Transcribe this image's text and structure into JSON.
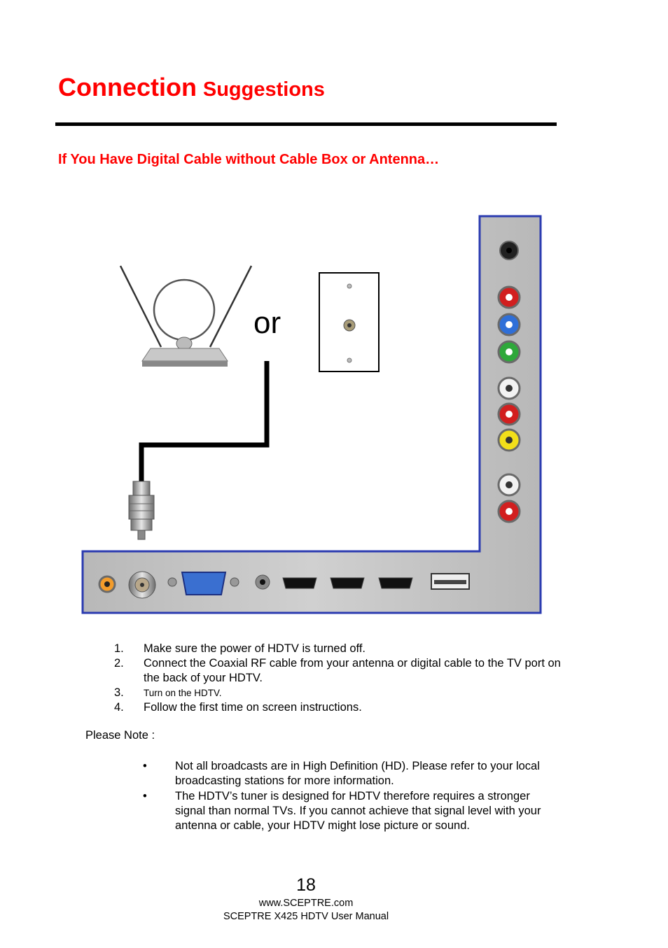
{
  "heading": {
    "word1": "Connection",
    "word2": "Suggestions"
  },
  "subheading": "If You Have Digital Cable without Cable Box or Antenna…",
  "diagram": {
    "or_label": "or"
  },
  "steps": [
    {
      "num": "1.",
      "text": "Make sure the power of HDTV is turned off."
    },
    {
      "num": "2.",
      "text": "Connect the Coaxial RF cable from your antenna or digital cable to the TV port on the back of your HDTV."
    },
    {
      "num": "3.",
      "text": "Turn on the HDTV."
    },
    {
      "num": "4.",
      "text": "Follow the first time on screen instructions."
    }
  ],
  "note": {
    "label": "Please Note :",
    "bullet_symbol": "•",
    "items": [
      "Not all broadcasts are in High Definition (HD).  Please refer to your local broadcasting stations for more information.",
      "The HDTV’s tuner is designed for HDTV therefore requires a stronger signal than normal TVs.  If you cannot achieve that signal level with your antenna or cable, your HDTV might lose picture or sound."
    ]
  },
  "footer": {
    "page_number": "18",
    "website": "www.SCEPTRE.com",
    "manual_title": "SCEPTRE X425 HDTV User Manual"
  },
  "colors": {
    "heading": "#ff0000",
    "panel_fill": "#c4c4c4",
    "panel_border": "#2b3bb0"
  }
}
